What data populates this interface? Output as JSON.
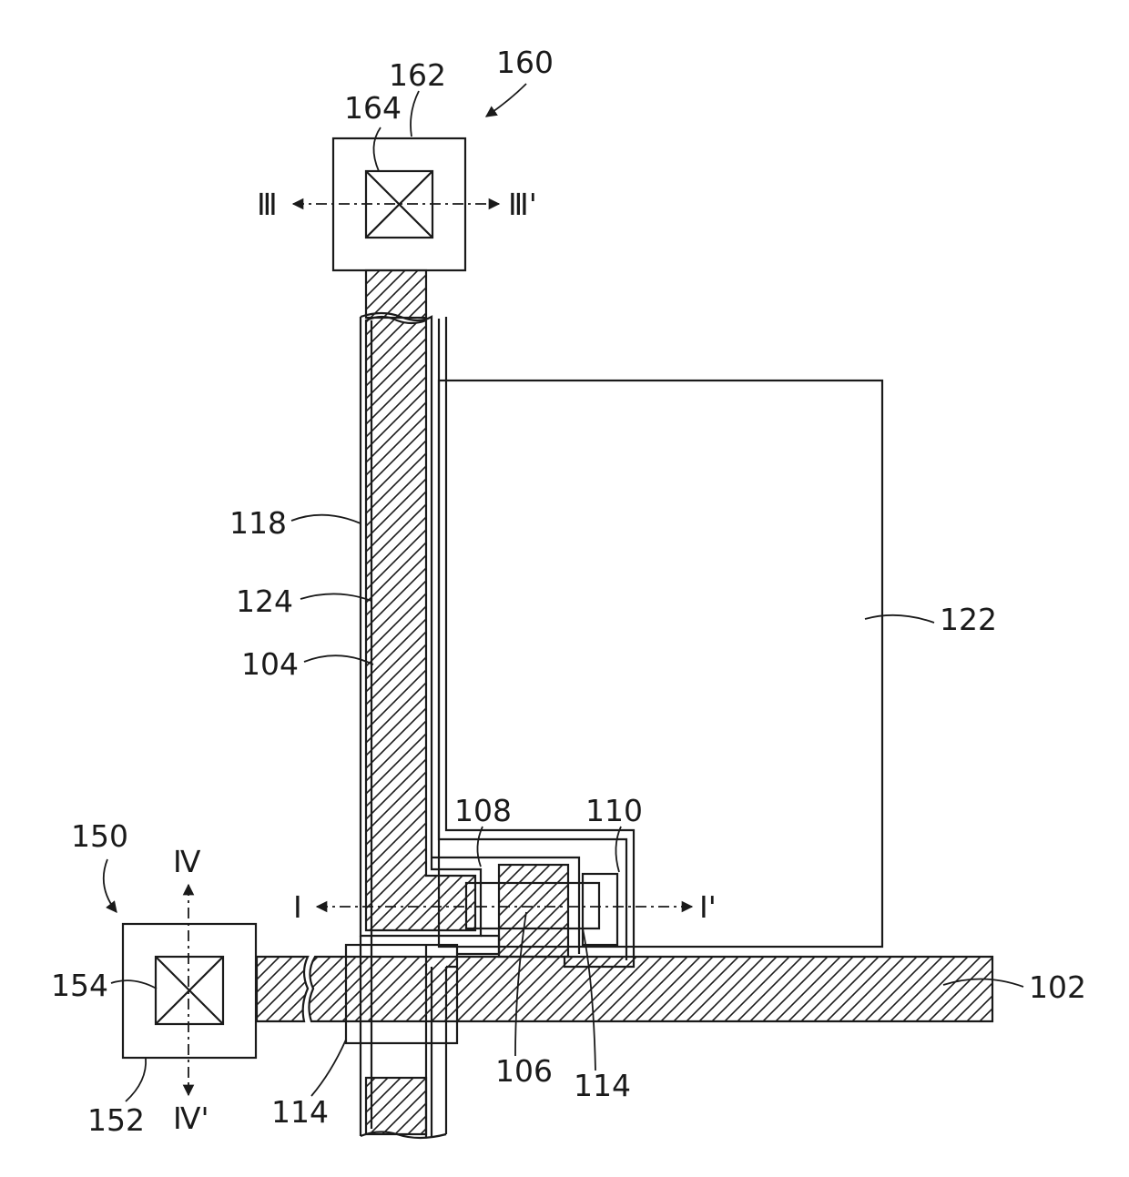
{
  "labels": {
    "ref_160": "160",
    "ref_162": "162",
    "ref_164": "164",
    "ref_150": "150",
    "ref_152": "152",
    "ref_154": "154",
    "ref_118": "118",
    "ref_124": "124",
    "ref_104": "104",
    "ref_122": "122",
    "ref_102": "102",
    "ref_108": "108",
    "ref_110": "110",
    "ref_106": "106",
    "ref_114_right": "114",
    "ref_114_left": "114"
  },
  "section_marks": {
    "iii_left": "Ⅲ",
    "iii_right": "Ⅲ'",
    "iv_top": "Ⅳ",
    "iv_bottom": "Ⅳ'",
    "i_left": "I",
    "i_right": "I'"
  }
}
